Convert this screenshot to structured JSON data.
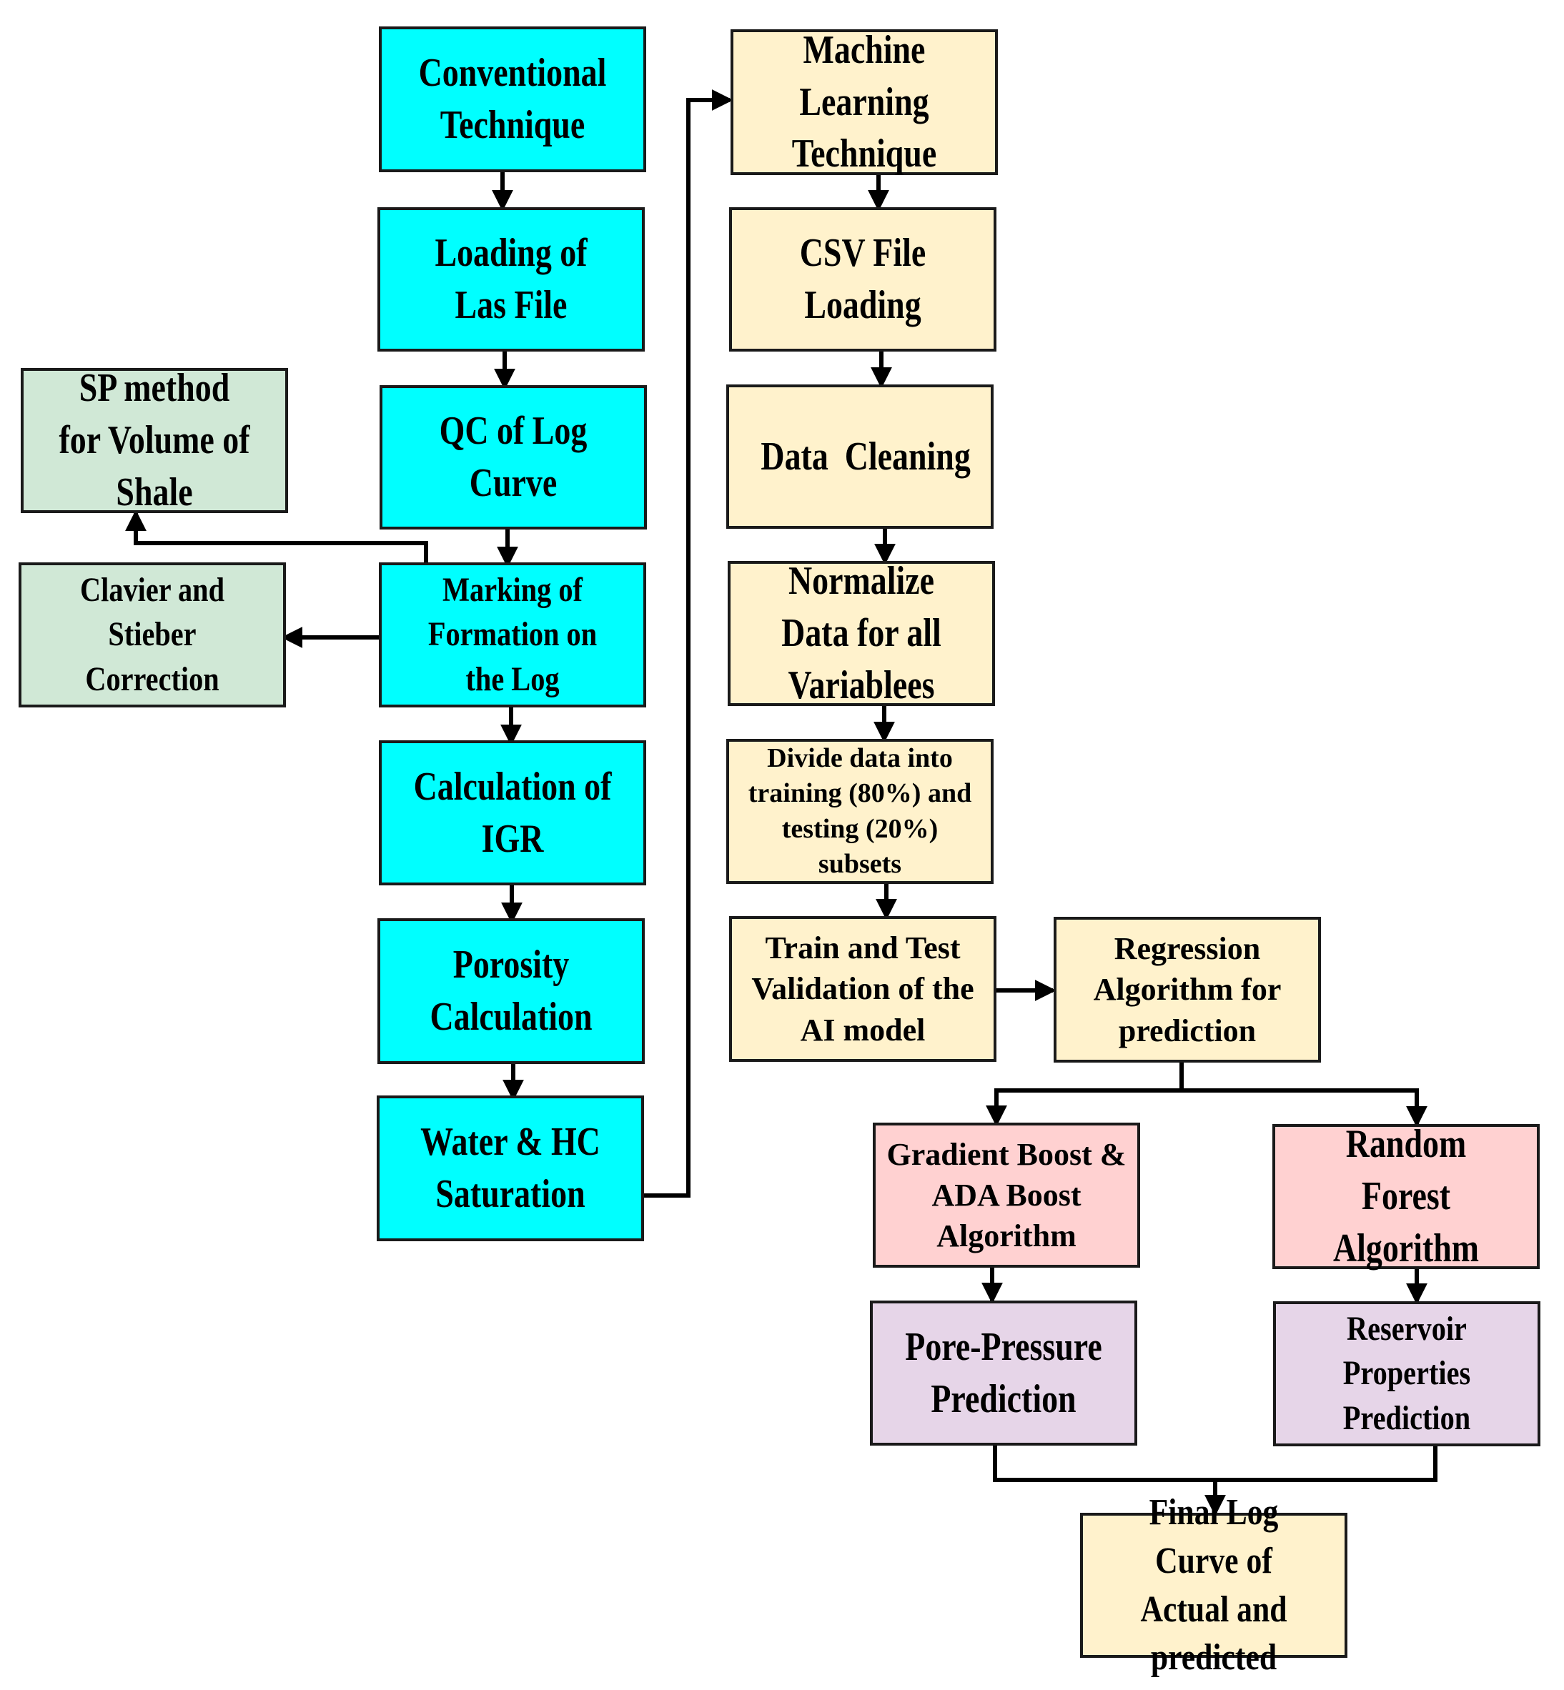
{
  "nodes": {
    "conventional": "Conventional Technique",
    "loading_las": "Loading of Las File",
    "qc_log": "QC of Log Curve",
    "marking_formation": "Marking of Formation on the Log",
    "calc_igr": "Calculation of IGR",
    "porosity": "Porosity Calculation",
    "water_hc": "Water & HC Saturation",
    "sp_method": "SP method for Volume of Shale",
    "clavier": "Clavier and Stieber Correction",
    "ml_technique": "Machine Learning Technique",
    "csv_loading": "CSV File Loading",
    "data_cleaning": "Data  Cleaning",
    "normalize": "Normalize Data for all Variablees",
    "divide_data": "Divide data into training (80%) and testing (20%) subsets",
    "train_test": "Train and Test Validation of the AI model",
    "regression": "Regression Algorithm for prediction",
    "gradient_boost": "Gradient Boost & ADA Boost Algorithm",
    "random_forest": "Random Forest Algorithm",
    "pore_pressure": "Pore-Pressure Prediction",
    "reservoir_props": "Reservoir Properties Prediction",
    "final_log": "Final Log Curve of Actual and predicted"
  },
  "colors": {
    "conventional_fill": "#00ffff",
    "ml_fill": "#fff2cc",
    "side_fill": "#d0e8d6",
    "algorithm_fill": "#ffd1d1",
    "prediction_fill": "#e6d5e8",
    "outline": "#1a1a1a"
  }
}
